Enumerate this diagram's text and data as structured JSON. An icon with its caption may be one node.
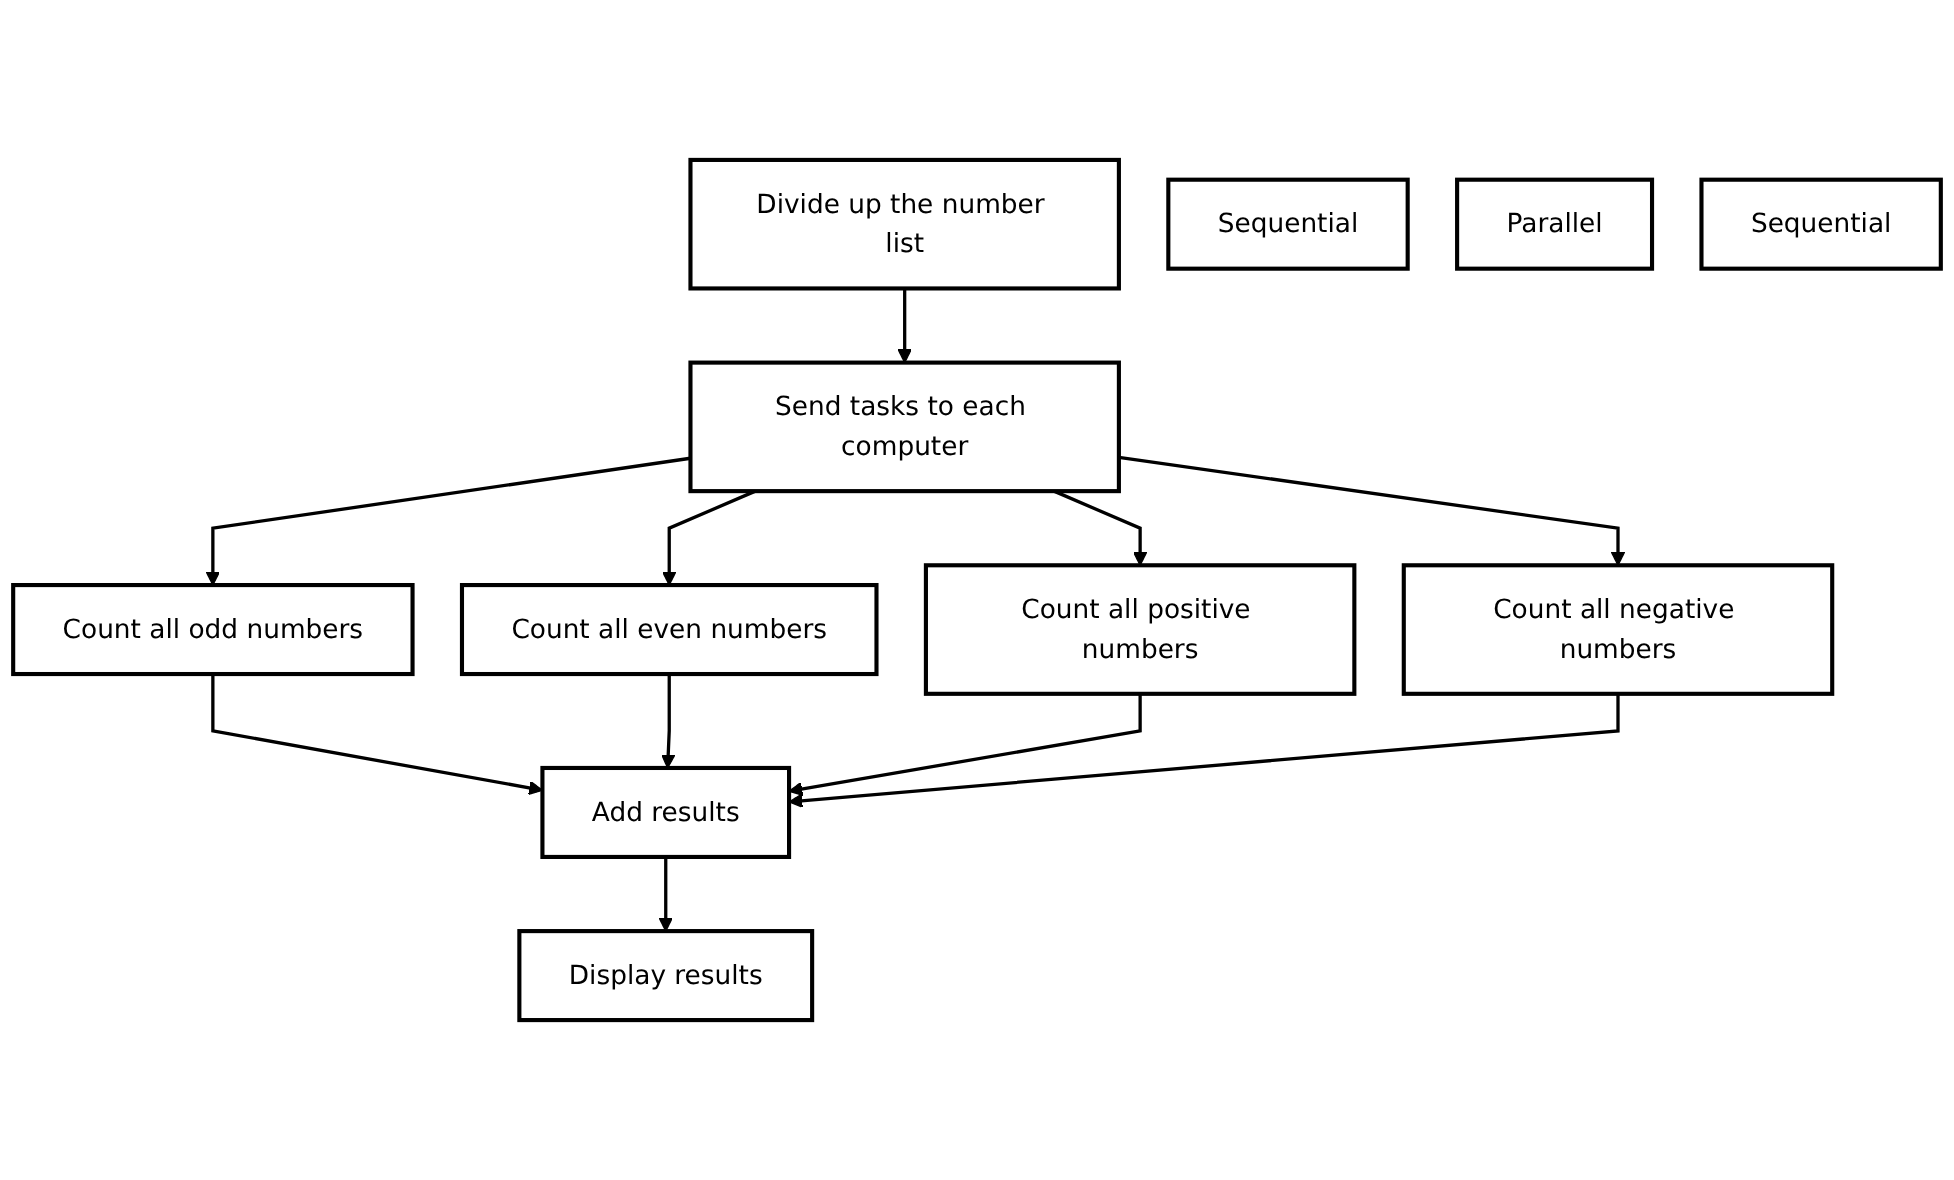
{
  "diagram": {
    "nodes": [
      {
        "text": [
          "Divide up the number list"
        ]
      },
      {
        "text": [
          "Send tasks to each computer"
        ]
      },
      {
        "text": [
          "Count all odd numbers"
        ]
      },
      {
        "text": [
          "Count all even numbers"
        ]
      },
      {
        "text": [
          "Count all positive numbers"
        ]
      },
      {
        "text": [
          "Count all negative numbers"
        ]
      },
      {
        "text": [
          "Add results"
        ]
      },
      {
        "text": [
          "Display results"
        ]
      },
      {
        "text": [
          "Sequential"
        ]
      },
      {
        "text": [
          "Parallel"
        ]
      },
      {
        "text": [
          "Sequential"
        ]
      }
    ],
    "edges": [
      {
        "from": 0,
        "to": 1,
        "arrow": "to"
      },
      {
        "from": 1,
        "to": 2,
        "arrow": "to"
      },
      {
        "from": 1,
        "to": 3,
        "arrow": "to"
      },
      {
        "from": 1,
        "to": 4,
        "arrow": "to"
      },
      {
        "from": 1,
        "to": 5,
        "arrow": "to"
      },
      {
        "from": 2,
        "to": 6,
        "arrow": "to"
      },
      {
        "from": 3,
        "to": 6,
        "arrow": "to"
      },
      {
        "from": 4,
        "to": 6,
        "arrow": "to"
      },
      {
        "from": 5,
        "to": 6,
        "arrow": "to"
      },
      {
        "from": 6,
        "to": 7,
        "arrow": "to"
      }
    ]
  }
}
